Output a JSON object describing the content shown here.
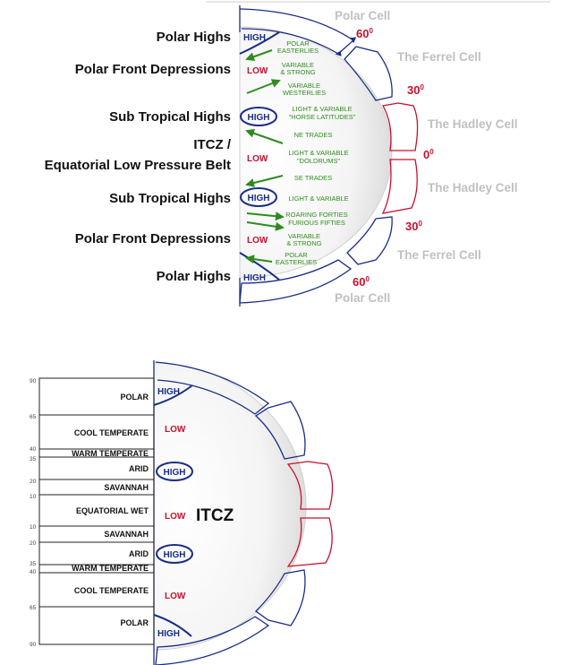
{
  "colors": {
    "high": "#1a2d86",
    "low": "#c8102e",
    "wind": "#2e8b1e",
    "cell_blue": "#1a2d86",
    "cell_red": "#c8102e",
    "cell_label": "#c0c0c0",
    "degree": "#c8102e"
  },
  "top": {
    "left_labels": [
      "Polar Highs",
      "Polar Front Depressions",
      "Sub Tropical Highs",
      "ITCZ /",
      "Equatorial Low Pressure Belt",
      "Sub Tropical Highs",
      "Polar Front Depressions",
      "Polar Highs"
    ],
    "pressure_labels": [
      "HIGH",
      "LOW",
      "HIGH",
      "LOW",
      "HIGH",
      "LOW",
      "HIGH"
    ],
    "wind_labels": [
      "POLAR",
      "EASTERLIES",
      "VARIABLE",
      "& STRONG",
      "VARIABLE",
      "WESTERLIES",
      "LIGHT & VARIABLE",
      "\"HORSE LATITUDES\"",
      "NE TRADES",
      "LIGHT & VARIABLE",
      "\"DOLDRUMS\"",
      "SE TRADES",
      "LIGHT & VARIABLE",
      "ROARING FORTIES",
      "FURIOUS FIFTIES",
      "VARIABLE",
      "& STRONG",
      "POLAR",
      "EASTERLIES"
    ],
    "cells": [
      "Polar Cell",
      "The Ferrel Cell",
      "The Hadley Cell",
      "The Hadley Cell",
      "The Ferrel Cell",
      "Polar Cell"
    ],
    "degrees": [
      "60",
      "30",
      "0",
      "30",
      "60"
    ],
    "degree_sup": "0"
  },
  "bottom": {
    "zones": [
      "POLAR",
      "COOL TEMPERATE",
      "WARM TEMPERATE",
      "ARID",
      "SAVANNAH",
      "EQUATORIAL WET",
      "SAVANNAH",
      "ARID",
      "WARM TEMPERATE",
      "COOL TEMPERATE",
      "POLAR"
    ],
    "latitudes": [
      "90",
      "65",
      "40",
      "35",
      "20",
      "10",
      "10",
      "20",
      "35",
      "40",
      "65",
      "90"
    ],
    "pressure_labels": [
      "HIGH",
      "LOW",
      "HIGH",
      "LOW",
      "HIGH",
      "LOW",
      "HIGH"
    ],
    "itcz": "ITCZ"
  }
}
